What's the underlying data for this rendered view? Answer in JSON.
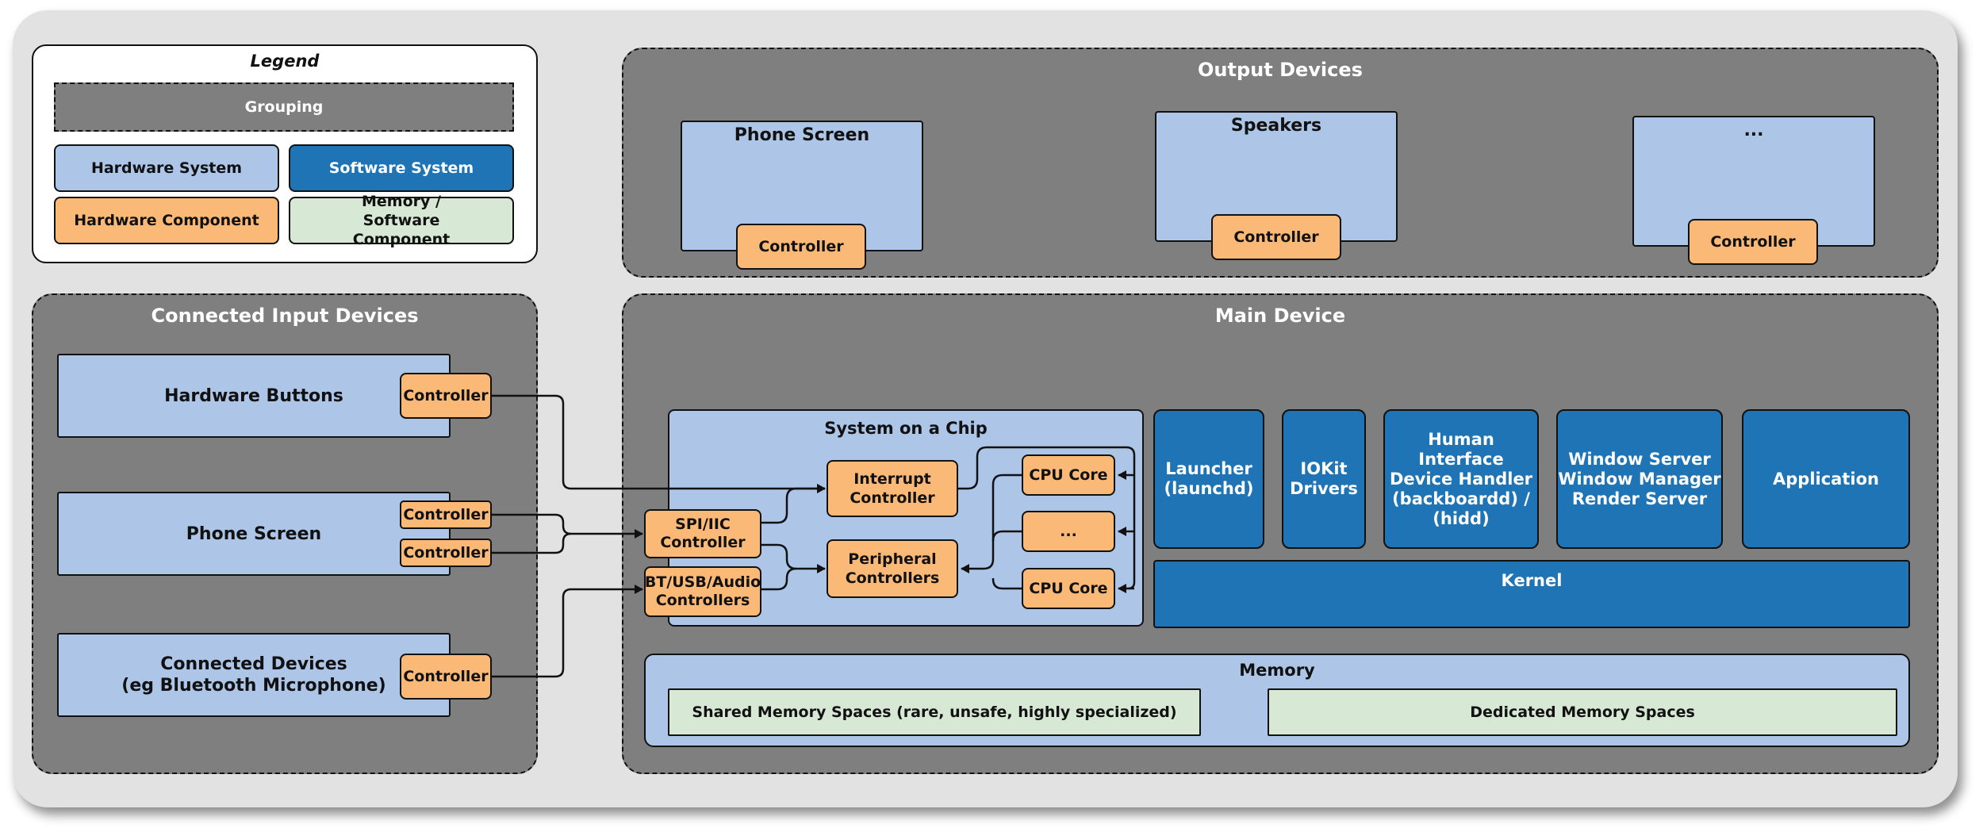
{
  "legend": {
    "title": "Legend",
    "grouping": "Grouping",
    "hardware_system": "Hardware System",
    "software_system": "Software System",
    "hardware_component": "Hardware Component",
    "memory_component": "Memory / Software Component"
  },
  "output_devices": {
    "title": "Output Devices",
    "phone_screen": "Phone Screen",
    "speakers": "Speakers",
    "more": "...",
    "controller": "Controller"
  },
  "input_devices": {
    "title": "Connected Input Devices",
    "hardware_buttons": "Hardware Buttons",
    "phone_screen": "Phone Screen",
    "connected_devices": "Connected Devices\n(eg Bluetooth Microphone)",
    "controller": "Controller"
  },
  "main_device": {
    "title": "Main Device",
    "soc": {
      "title": "System on a Chip",
      "spi": "SPI/IIC\nController",
      "bt": "BT/USB/Audio\nControllers",
      "interrupt": "Interrupt\nController",
      "peripheral": "Peripheral\nControllers",
      "cpu_core": "CPU Core",
      "more": "..."
    },
    "launcher": "Launcher\n(launchd)",
    "iokit": "IOKit\nDrivers",
    "hid": "Human\nInterface\nDevice Handler\n(backboardd) /\n(hidd)",
    "window_server": "Window Server\nWindow Manager\nRender Server",
    "application": "Application",
    "kernel": "Kernel",
    "memory": {
      "title": "Memory",
      "shared": "Shared Memory Spaces (rare, unsafe, highly specialized)",
      "dedicated": "Dedicated Memory Spaces"
    }
  },
  "colors": {
    "grouping": "#7f7f7f",
    "hardware_system": "#adc6e8",
    "software_system": "#1f74b6",
    "hardware_component": "#fbb978",
    "memory_component": "#d7e9d4"
  }
}
